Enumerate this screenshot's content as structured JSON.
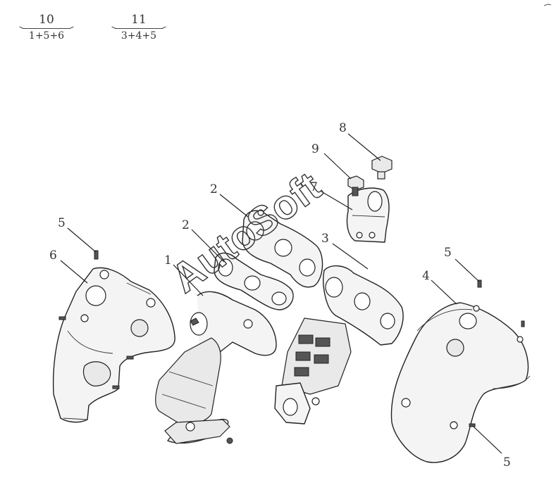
{
  "fractions": [
    {
      "numerator": "10",
      "denominator": "1+5+6"
    },
    {
      "numerator": "11",
      "denominator": "3+4+5"
    }
  ],
  "callouts": {
    "c1": "1",
    "c2a": "2",
    "c2b": "2",
    "c3": "3",
    "c4": "4",
    "c5a": "5",
    "c5b": "5",
    "c5c": "5",
    "c6": "6",
    "c7": "7",
    "c8": "8",
    "c9": "9"
  },
  "watermark": "AutoSoft"
}
